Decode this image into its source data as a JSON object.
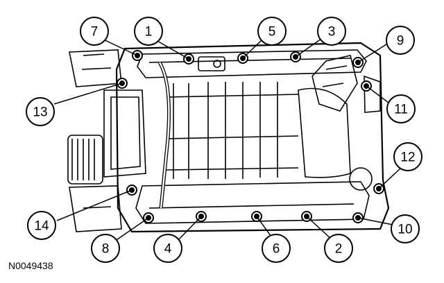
{
  "figure_id": "N0049438",
  "callouts": [
    {
      "num": "1"
    },
    {
      "num": "2"
    },
    {
      "num": "3"
    },
    {
      "num": "4"
    },
    {
      "num": "5"
    },
    {
      "num": "6"
    },
    {
      "num": "7"
    },
    {
      "num": "8"
    },
    {
      "num": "9"
    },
    {
      "num": "10"
    },
    {
      "num": "11"
    },
    {
      "num": "12"
    },
    {
      "num": "13"
    },
    {
      "num": "14"
    }
  ]
}
